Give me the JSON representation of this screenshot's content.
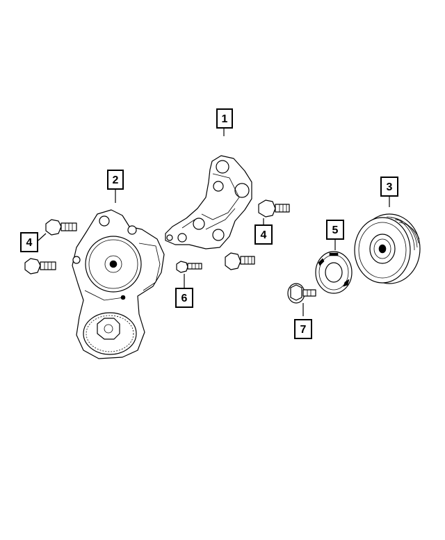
{
  "callouts": [
    {
      "label": "1"
    },
    {
      "label": "2"
    },
    {
      "label": "3"
    },
    {
      "label": "4"
    },
    {
      "label": "4"
    },
    {
      "label": "5"
    },
    {
      "label": "6"
    },
    {
      "label": "7"
    }
  ],
  "colors": {
    "line": "#000000",
    "background": "#ffffff"
  }
}
